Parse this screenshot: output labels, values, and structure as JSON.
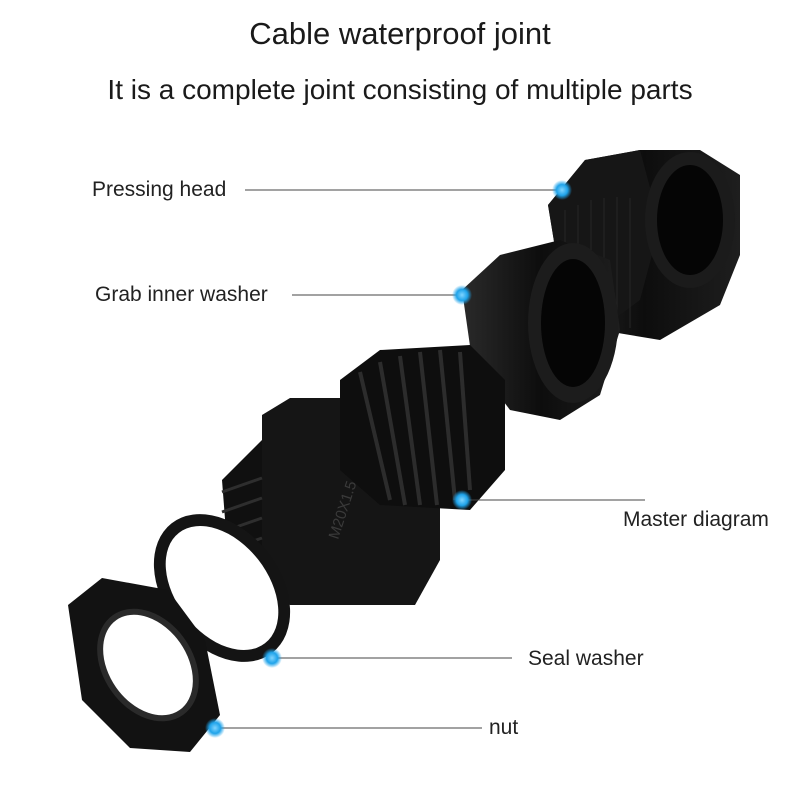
{
  "header": {
    "title": "Cable waterproof joint",
    "subtitle": "It is a complete joint consisting of multiple parts"
  },
  "callouts": {
    "pressing_head": "Pressing head",
    "grab_inner_washer": "Grab inner washer",
    "master_diagram": "Master diagram",
    "seal_washer": "Seal washer",
    "nut": "nut"
  },
  "body_marking": {
    "thread_size": "M20X1.5"
  },
  "colors": {
    "part_black": "#111111",
    "leader_line": "#444444",
    "marker_blue": "#1fa3ea"
  }
}
